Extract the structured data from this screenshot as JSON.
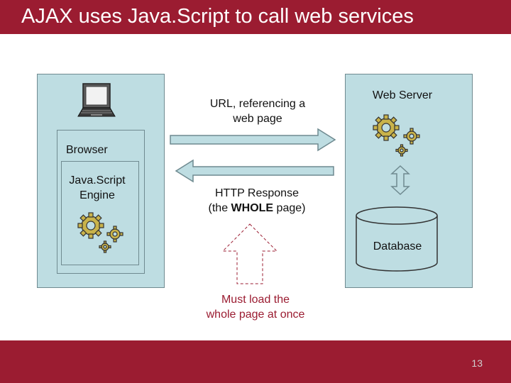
{
  "title": "AJAX uses Java.Script to call web services",
  "page_number": "13",
  "client": {
    "browser_label": "Browser",
    "engine_label_line1": "Java.Script",
    "engine_label_line2": "Engine"
  },
  "request": {
    "label_line1": "URL, referencing a",
    "label_line2": "web page"
  },
  "response": {
    "label_line1": "HTTP Response",
    "label_line2_prefix": "(the ",
    "label_line2_bold": "WHOLE",
    "label_line2_suffix": " page)"
  },
  "server": {
    "label": "Web Server",
    "database_label": "Database"
  },
  "note": {
    "label_line1": "Must load the",
    "label_line2": "whole page at once"
  },
  "colors": {
    "title_bar": "#9b1c31",
    "box_fill": "#bedde2",
    "arrow_fill": "#bedde2",
    "note_text": "#9b1c31",
    "gear_fill": "#c9b34a"
  },
  "icons": [
    "laptop-icon",
    "gear-icon",
    "double-arrow-icon",
    "database-icon",
    "dashed-up-arrow-icon"
  ]
}
